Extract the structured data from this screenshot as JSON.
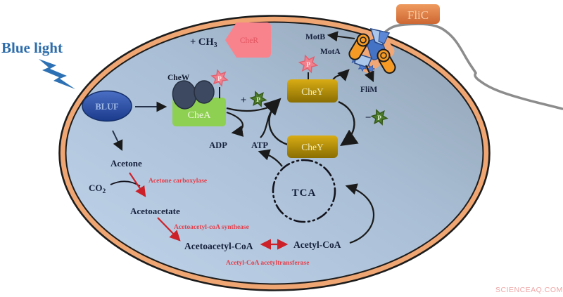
{
  "colors": {
    "membrane_orange": "#f0a673",
    "cell_fill_light": "#bdd2e8",
    "cell_fill_dark": "#92a3b4",
    "chea_green": "#8ed051",
    "cher_pink": "#f9838d",
    "chey_gold": "#c79a0a",
    "bluf_blue": "#2b4fa0",
    "flic_orange": "#da7540",
    "phospho_pink": "#f2808c",
    "phospho_green": "#4c7c2a",
    "enzyme_red": "#e2404d",
    "arrow_red": "#cc2129",
    "label_navy": "#16213c",
    "blue_light_blue": "#2e6dab",
    "flagellum_gray": "#8c8c8c"
  },
  "labels": {
    "blue_light": "Blue light",
    "bluf": "BLUF",
    "chew": "CheW",
    "chea": "CheA",
    "cher": "CheR",
    "chey_phospho": "CheY",
    "chey": "CheY",
    "motb": "MotB",
    "mota": "MotA",
    "flim": "FliM",
    "flic": "FliC",
    "p": "P",
    "plus": "+",
    "minus": "−",
    "plus_ch": "+ CH",
    "ch_subscript": "3"
  },
  "metabolites": {
    "acetone": "Acetone",
    "co": "CO",
    "co_subscript": "2",
    "acetoacetate": "Acetoacetate",
    "acetoacetyl_coa": "Acetoacetyl-CoA",
    "acetyl_coa": "Acetyl-CoA",
    "tca": "TCA",
    "adp": "ADP",
    "atp": "ATP"
  },
  "enzymes": {
    "acetone_carboxylase": "Acetone carboxylase",
    "acetoacetyl_coa_synthease": "Acetoacetyl-coA synthease",
    "acetyl_coa_acetyltransferase": "Acetyl-CoA acetyltransferase"
  },
  "watermark": "SCIENCEAQ.COM"
}
